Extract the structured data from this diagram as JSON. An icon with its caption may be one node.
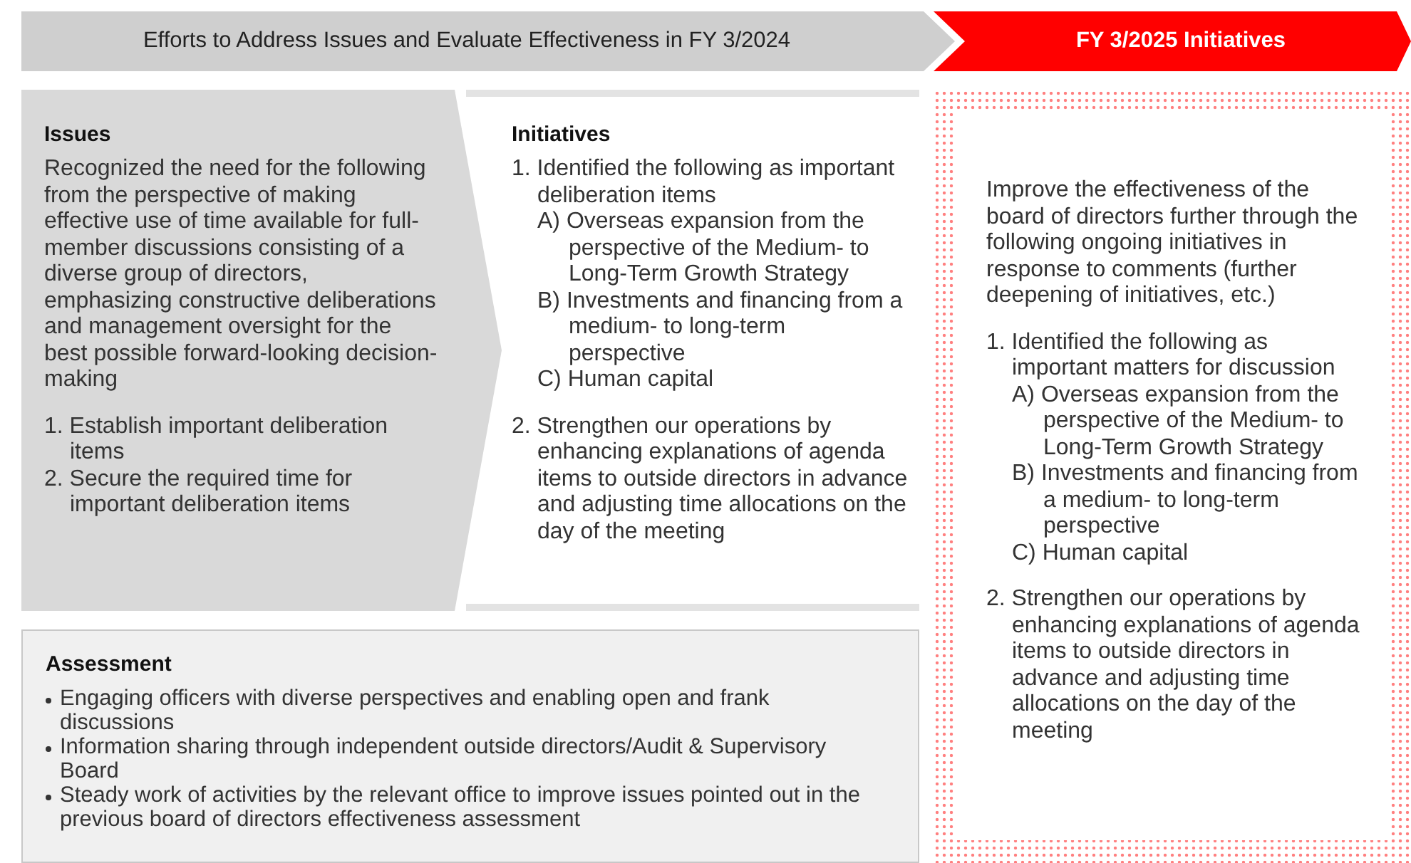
{
  "diagram": {
    "nodes": [
      {
        "text": [
          "Efforts to Address Issues and Evaluate Effectiveness in FY 3/2024"
        ]
      },
      {
        "text": [
          "FY 3/2025 Initiatives"
        ]
      },
      {
        "text": [
          "Issues",
          "Recognized the need for the following from the perspective of making effective use of time available for full-member discussions consisting of a diverse group of directors, emphasizing constructive deliberations and management oversight for the best possible forward-looking decision-making",
          "1. Establish important deliberation items",
          "2. Secure the required time for important deliberation items"
        ]
      },
      {
        "text": [
          "Initiatives",
          "1. Identified the following as important deliberation items",
          "A) Overseas expansion from the perspective of the Medium- to Long-Term Growth Strategy",
          "B) Investments and financing from a medium- to long-term perspective",
          "C) Human capital",
          "2. Strengthen our operations by enhancing explanations of agenda items to outside directors in advance and adjusting time allocations on the day of the meeting"
        ]
      },
      {
        "text": [
          "Assessment",
          "Engaging officers with diverse perspectives and enabling open and frank discussions",
          "Information sharing through independent outside directors/Audit & Supervisory Board",
          "Steady work of activities by the relevant office to improve issues pointed out in the previous board of directors effectiveness assessment"
        ]
      },
      {
        "text": [
          "Improve the effectiveness of the board of directors further through the following ongoing initiatives in response to comments (further deepening of initiatives, etc.)",
          "1. Identified the following as important matters for discussion",
          "A) Overseas expansion from the perspective of the Medium- to Long-Term Growth Strategy",
          "B) Investments and financing from a medium- to long-term perspective",
          "C) Human capital",
          "2. Strengthen our operations by enhancing explanations of agenda items to outside directors in advance and adjusting time allocations on the day of the meeting"
        ]
      }
    ]
  }
}
